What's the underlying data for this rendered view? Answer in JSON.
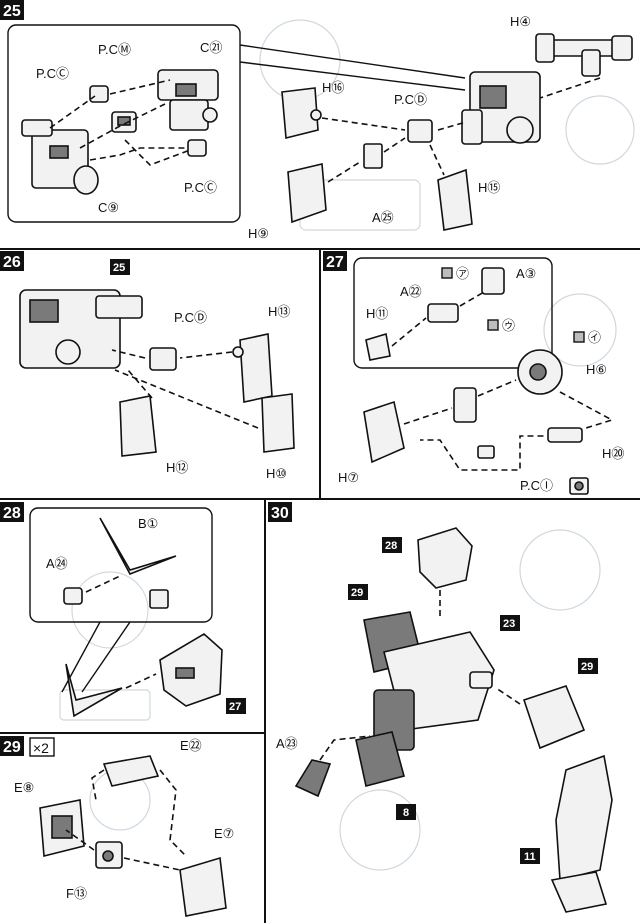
{
  "steps": {
    "s25": {
      "number": "25",
      "labels": {
        "pcm": "P.CⓂ",
        "c21": "C㉑",
        "pcc_top": "P.CⒸ",
        "pcc_bottom": "P.CⒸ",
        "c9": "C⑨",
        "h4": "H④",
        "h16": "H⑯",
        "pcd": "P.CⒹ",
        "h9": "H⑨",
        "a25": "A㉕",
        "h15": "H⑮"
      }
    },
    "s26": {
      "number": "26",
      "badge": "25",
      "labels": {
        "pcd": "P.CⒹ",
        "h13": "H⑬",
        "h12": "H⑫",
        "h10": "H⑩"
      }
    },
    "s27": {
      "number": "27",
      "labels": {
        "a22": "A㉒",
        "a3": "A③",
        "h11": "H⑪",
        "mark_a": "㋐",
        "mark_u": "㋒",
        "mark_i": "㋑",
        "h6": "H⑥",
        "h20": "H⑳",
        "h7": "H⑦",
        "pci": "P.CⒾ"
      }
    },
    "s28": {
      "number": "28",
      "badge": "27",
      "labels": {
        "b1": "B①",
        "a24": "A㉔"
      }
    },
    "s29": {
      "number": "29",
      "multiplier": "×2",
      "labels": {
        "e22": "E㉒",
        "e8": "E⑧",
        "e7": "E⑦",
        "f13": "F⑬"
      }
    },
    "s30": {
      "number": "30",
      "badges": {
        "b28": "28",
        "b29_left": "29",
        "b23": "23",
        "b29_right": "29",
        "b8": "8",
        "b11": "11"
      },
      "labels": {
        "a23": "A㉓"
      }
    }
  }
}
